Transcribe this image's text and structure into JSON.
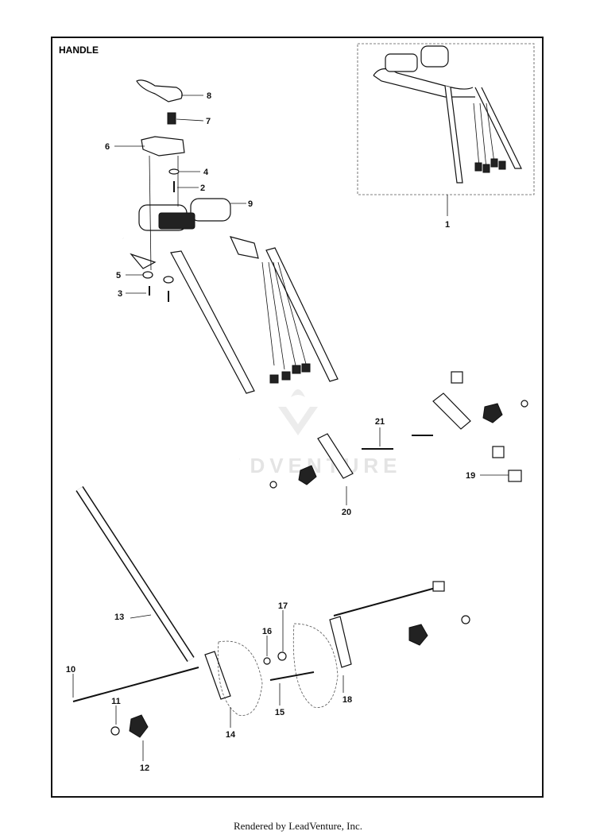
{
  "section_title": "HANDLE",
  "footer_text": "Rendered by LeadVenture, Inc.",
  "watermark_text": "LEADVENTURE",
  "callouts": [
    {
      "id": "c1",
      "label": "1"
    },
    {
      "id": "c2",
      "label": "2"
    },
    {
      "id": "c3",
      "label": "3"
    },
    {
      "id": "c4",
      "label": "4"
    },
    {
      "id": "c5",
      "label": "5"
    },
    {
      "id": "c6",
      "label": "6"
    },
    {
      "id": "c7",
      "label": "7"
    },
    {
      "id": "c8",
      "label": "8"
    },
    {
      "id": "c9",
      "label": "9"
    },
    {
      "id": "c10",
      "label": "10"
    },
    {
      "id": "c11",
      "label": "11"
    },
    {
      "id": "c12",
      "label": "12"
    },
    {
      "id": "c13",
      "label": "13"
    },
    {
      "id": "c14",
      "label": "14"
    },
    {
      "id": "c15",
      "label": "15"
    },
    {
      "id": "c16",
      "label": "16"
    },
    {
      "id": "c17",
      "label": "17"
    },
    {
      "id": "c18",
      "label": "18"
    },
    {
      "id": "c19",
      "label": "19"
    },
    {
      "id": "c20",
      "label": "20"
    },
    {
      "id": "c21",
      "label": "21"
    }
  ]
}
